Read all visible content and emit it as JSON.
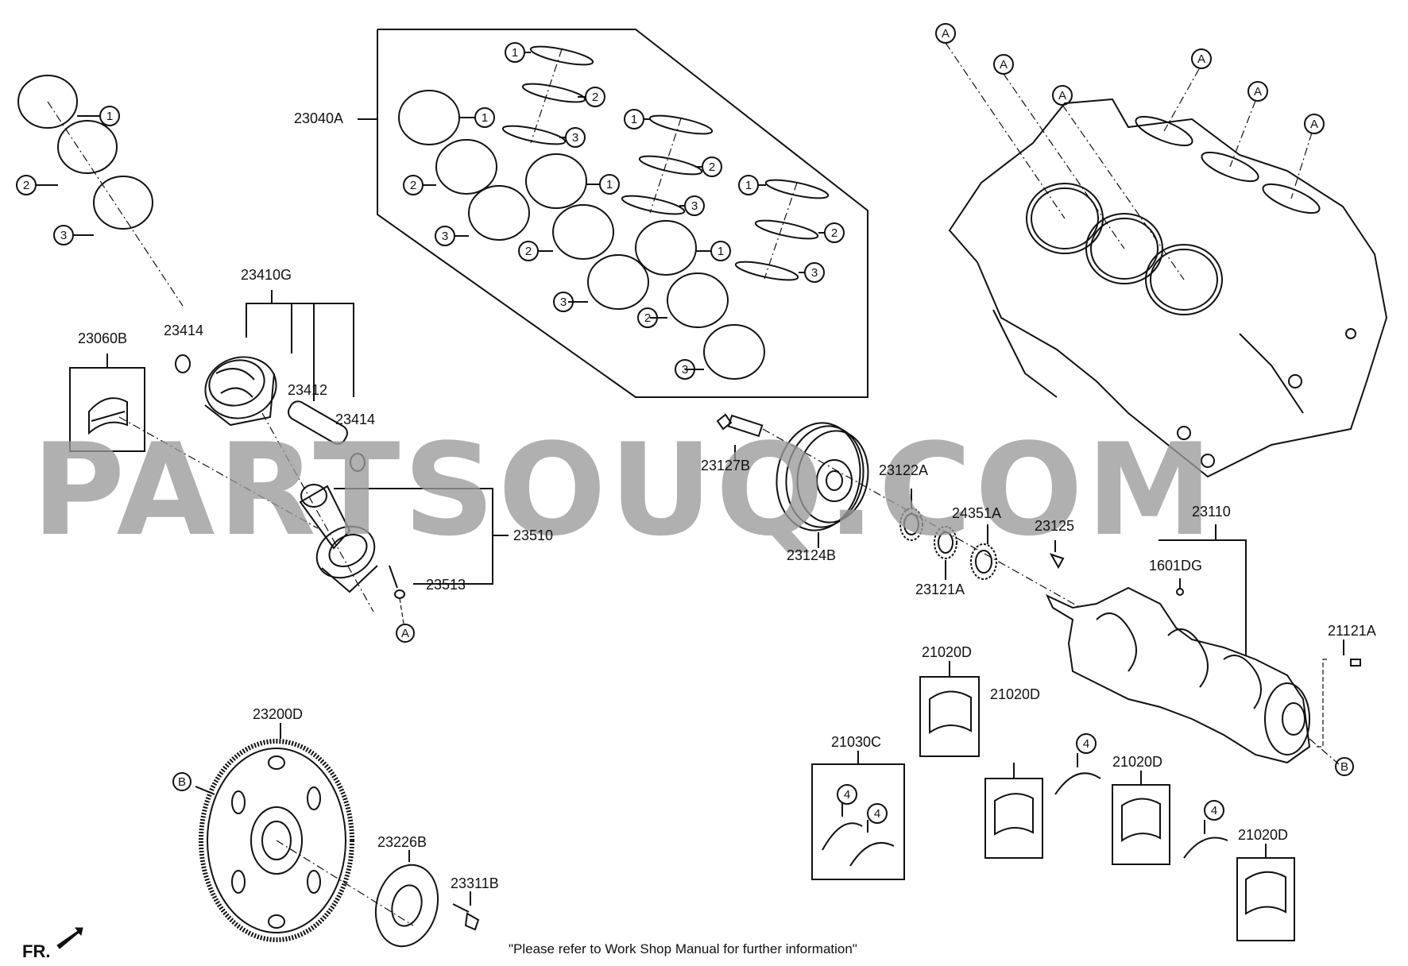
{
  "diagram": {
    "part_labels": {
      "rings_set": "23040A",
      "piston_assy": "23410G",
      "bearing_23060B": "23060B",
      "snap_ring_left": "23414",
      "piston_pin": "23412",
      "snap_ring_right": "23414",
      "conrod_assy": "23510",
      "conrod_bolt": "23513",
      "pulley_bolt": "23127B",
      "damper_pulley": "23124B",
      "sprocket_23122A": "23122A",
      "sprocket_24351A": "24351A",
      "sprocket_23121A": "23121A",
      "key_23125": "23125",
      "crankshaft": "23110",
      "plug_1601DG": "1601DG",
      "pin_21121A": "21121A",
      "main_bearing_1": "21020D",
      "main_bearing_2": "21020D",
      "main_bearing_3": "21020D",
      "main_bearing_4": "21020D",
      "thrust_washer_set": "21030C",
      "flywheel": "23200D",
      "adapter_plate": "23226B",
      "flywheel_bolt": "23311B"
    },
    "ring_numbers": [
      "1",
      "2",
      "3",
      "4"
    ],
    "reference_letters": {
      "a": "A",
      "b": "B"
    },
    "watermark": "PARTSOUQ.COM",
    "footer_note": "\"Please refer to Work Shop Manual for further information\"",
    "direction_label": "FR."
  }
}
